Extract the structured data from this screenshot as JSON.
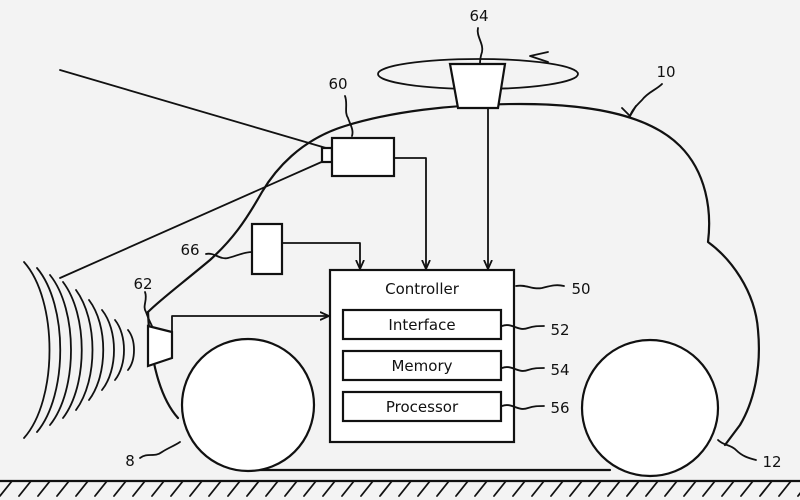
{
  "figure": {
    "reference_numerals": {
      "vehicle": "10",
      "wheel_left": "8",
      "wheel_right": "12",
      "controller": "50",
      "interface": "52",
      "memory": "54",
      "processor": "56",
      "camera": "60",
      "ultrasonic_sensor": "62",
      "lidar": "64",
      "sensor_box": "66"
    },
    "block_labels": {
      "controller": "Controller",
      "interface": "Interface",
      "memory": "Memory",
      "processor": "Processor"
    }
  }
}
